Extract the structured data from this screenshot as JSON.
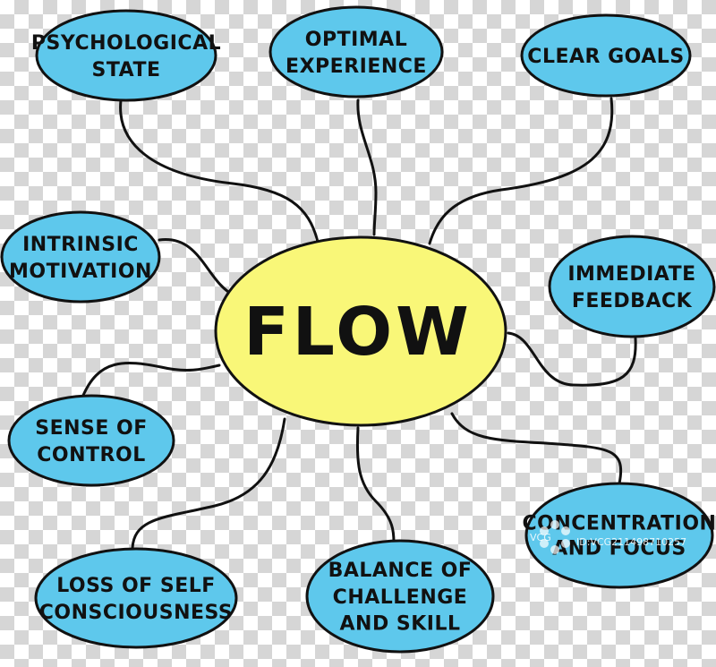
{
  "diagram": {
    "center": {
      "label": "FLOW",
      "fill": "#f9f778"
    },
    "node_fill": "#5ec8ec",
    "stroke": "#111111",
    "nodes": [
      {
        "id": "psychological",
        "lines": [
          "PSYCHOLOGICAL",
          "STATE"
        ]
      },
      {
        "id": "optimal",
        "lines": [
          "OPTIMAL",
          "EXPERIENCE"
        ]
      },
      {
        "id": "clear-goals",
        "lines": [
          "CLEAR GOALS"
        ]
      },
      {
        "id": "intrinsic",
        "lines": [
          "INTRINSIC",
          "MOTIVATION"
        ]
      },
      {
        "id": "immediate",
        "lines": [
          "IMMEDIATE",
          "FEEDBACK"
        ]
      },
      {
        "id": "sense",
        "lines": [
          "SENSE OF",
          "CONTROL"
        ]
      },
      {
        "id": "concentration",
        "lines": [
          "CONCENTRATION",
          "AND FOCUS"
        ]
      },
      {
        "id": "loss",
        "lines": [
          "LOSS OF SELF",
          "CONSCIOUSNESS"
        ]
      },
      {
        "id": "balance",
        "lines": [
          "BALANCE OF",
          "CHALLENGE",
          "AND SKILL"
        ]
      }
    ]
  },
  "watermark": {
    "logo": "VCG",
    "id_text": "ID:VCG211498710257"
  }
}
